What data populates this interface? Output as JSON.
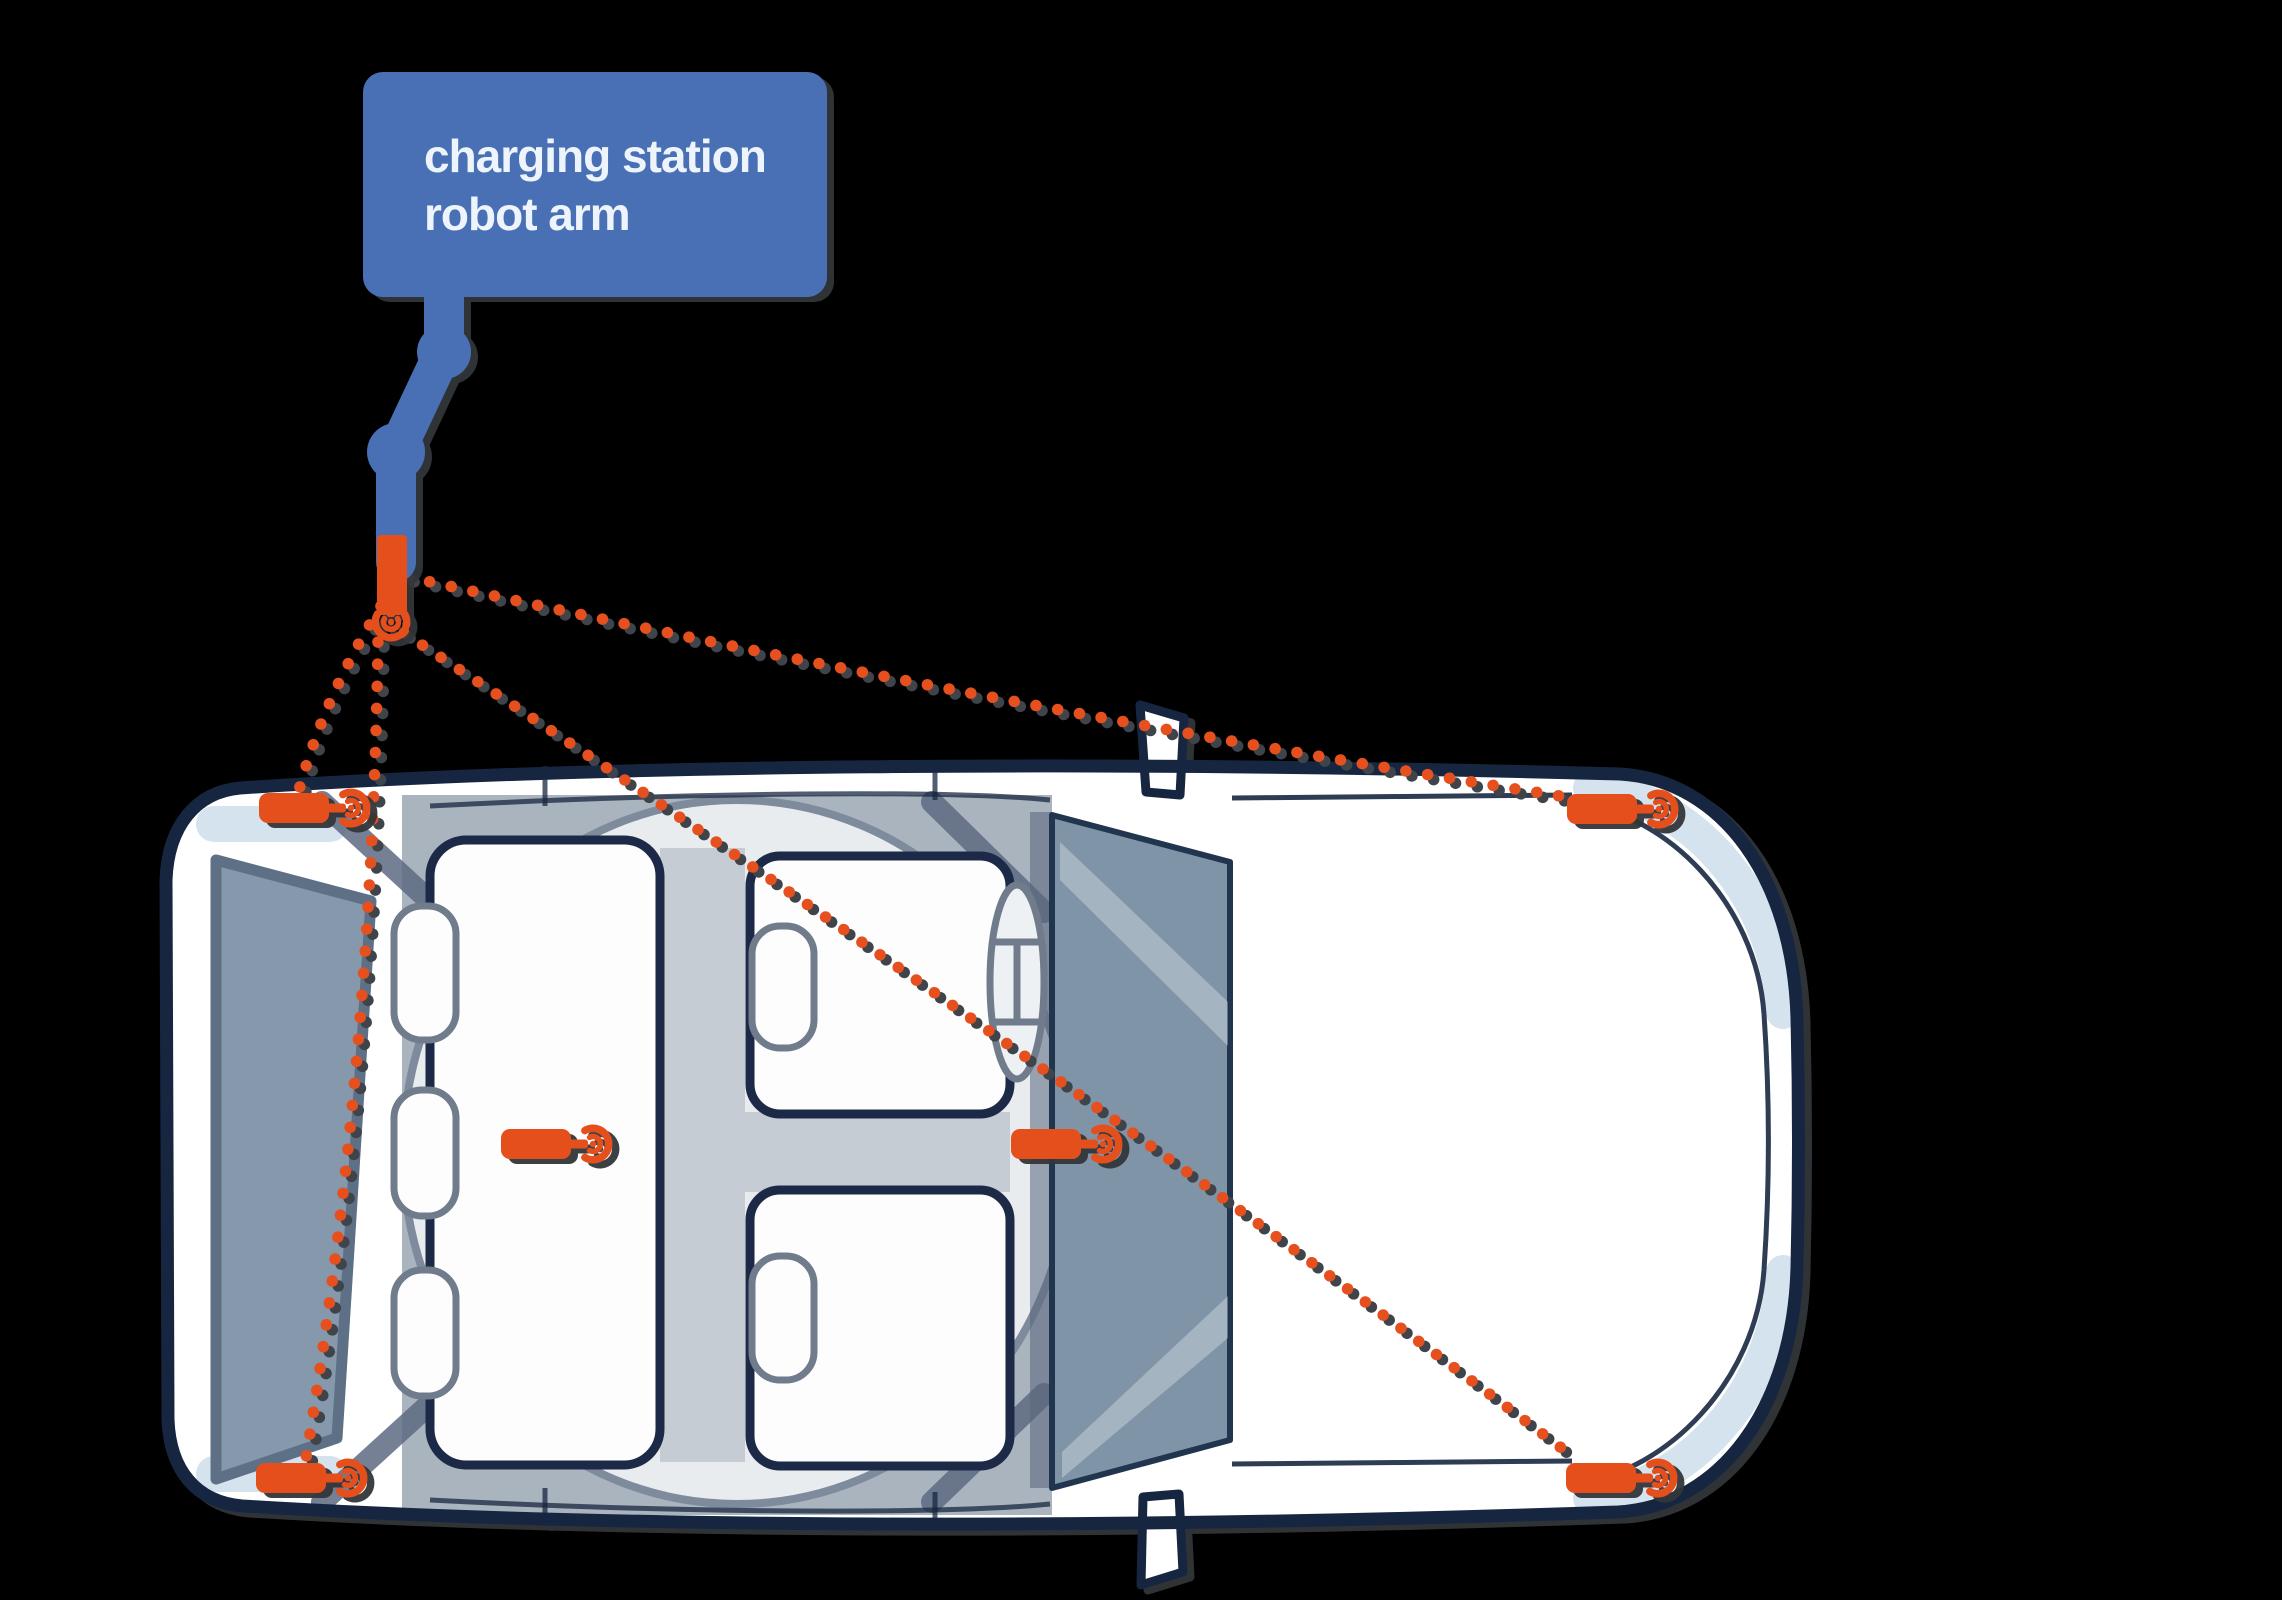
{
  "label_box": {
    "line1": "charging station",
    "line2": "robot arm"
  },
  "diagram": {
    "type": "top-view car automated charging schematic",
    "charging_port_count": 6,
    "charging_ports": [
      "rear-top-port",
      "front-top-port",
      "center-left-port",
      "center-right-port",
      "rear-bottom-port",
      "front-bottom-port"
    ],
    "cables": [
      "arm-to-rear-top-port",
      "arm-to-rear-bottom-port",
      "arm-to-front-top-port",
      "arm-to-front-bottom-port"
    ]
  },
  "colors": {
    "background": "#000000",
    "accent_orange": "#e5501e",
    "label_blue": "#4a70b5",
    "outline_navy": "#17273f",
    "glass_gray": "#8698ab",
    "body_light_blue": "#d5e3ee",
    "label_text": "#eef4fb"
  }
}
